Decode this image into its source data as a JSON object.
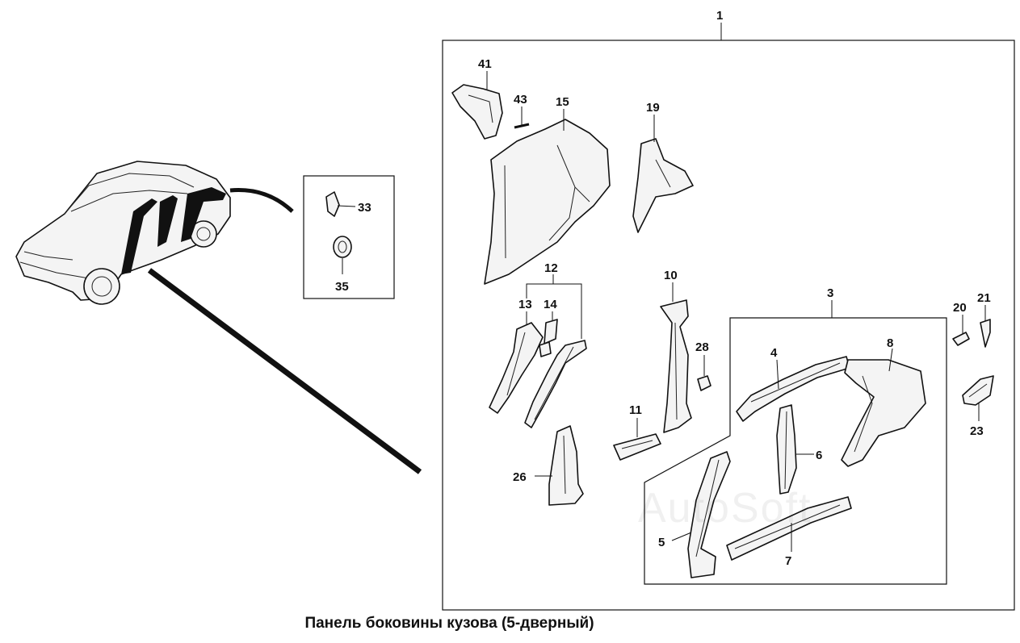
{
  "caption": "Панель боковины кузова (5-дверный)",
  "watermark": "AutoSoft",
  "callouts": {
    "c1": "1",
    "c3": "3",
    "c4": "4",
    "c5": "5",
    "c6": "6",
    "c7": "7",
    "c8": "8",
    "c10": "10",
    "c11": "11",
    "c12": "12",
    "c13": "13",
    "c14": "14",
    "c15": "15",
    "c19": "19",
    "c20": "20",
    "c21": "21",
    "c23": "23",
    "c26": "26",
    "c28": "28",
    "c33": "33",
    "c35": "35",
    "c41": "41",
    "c43": "43"
  }
}
